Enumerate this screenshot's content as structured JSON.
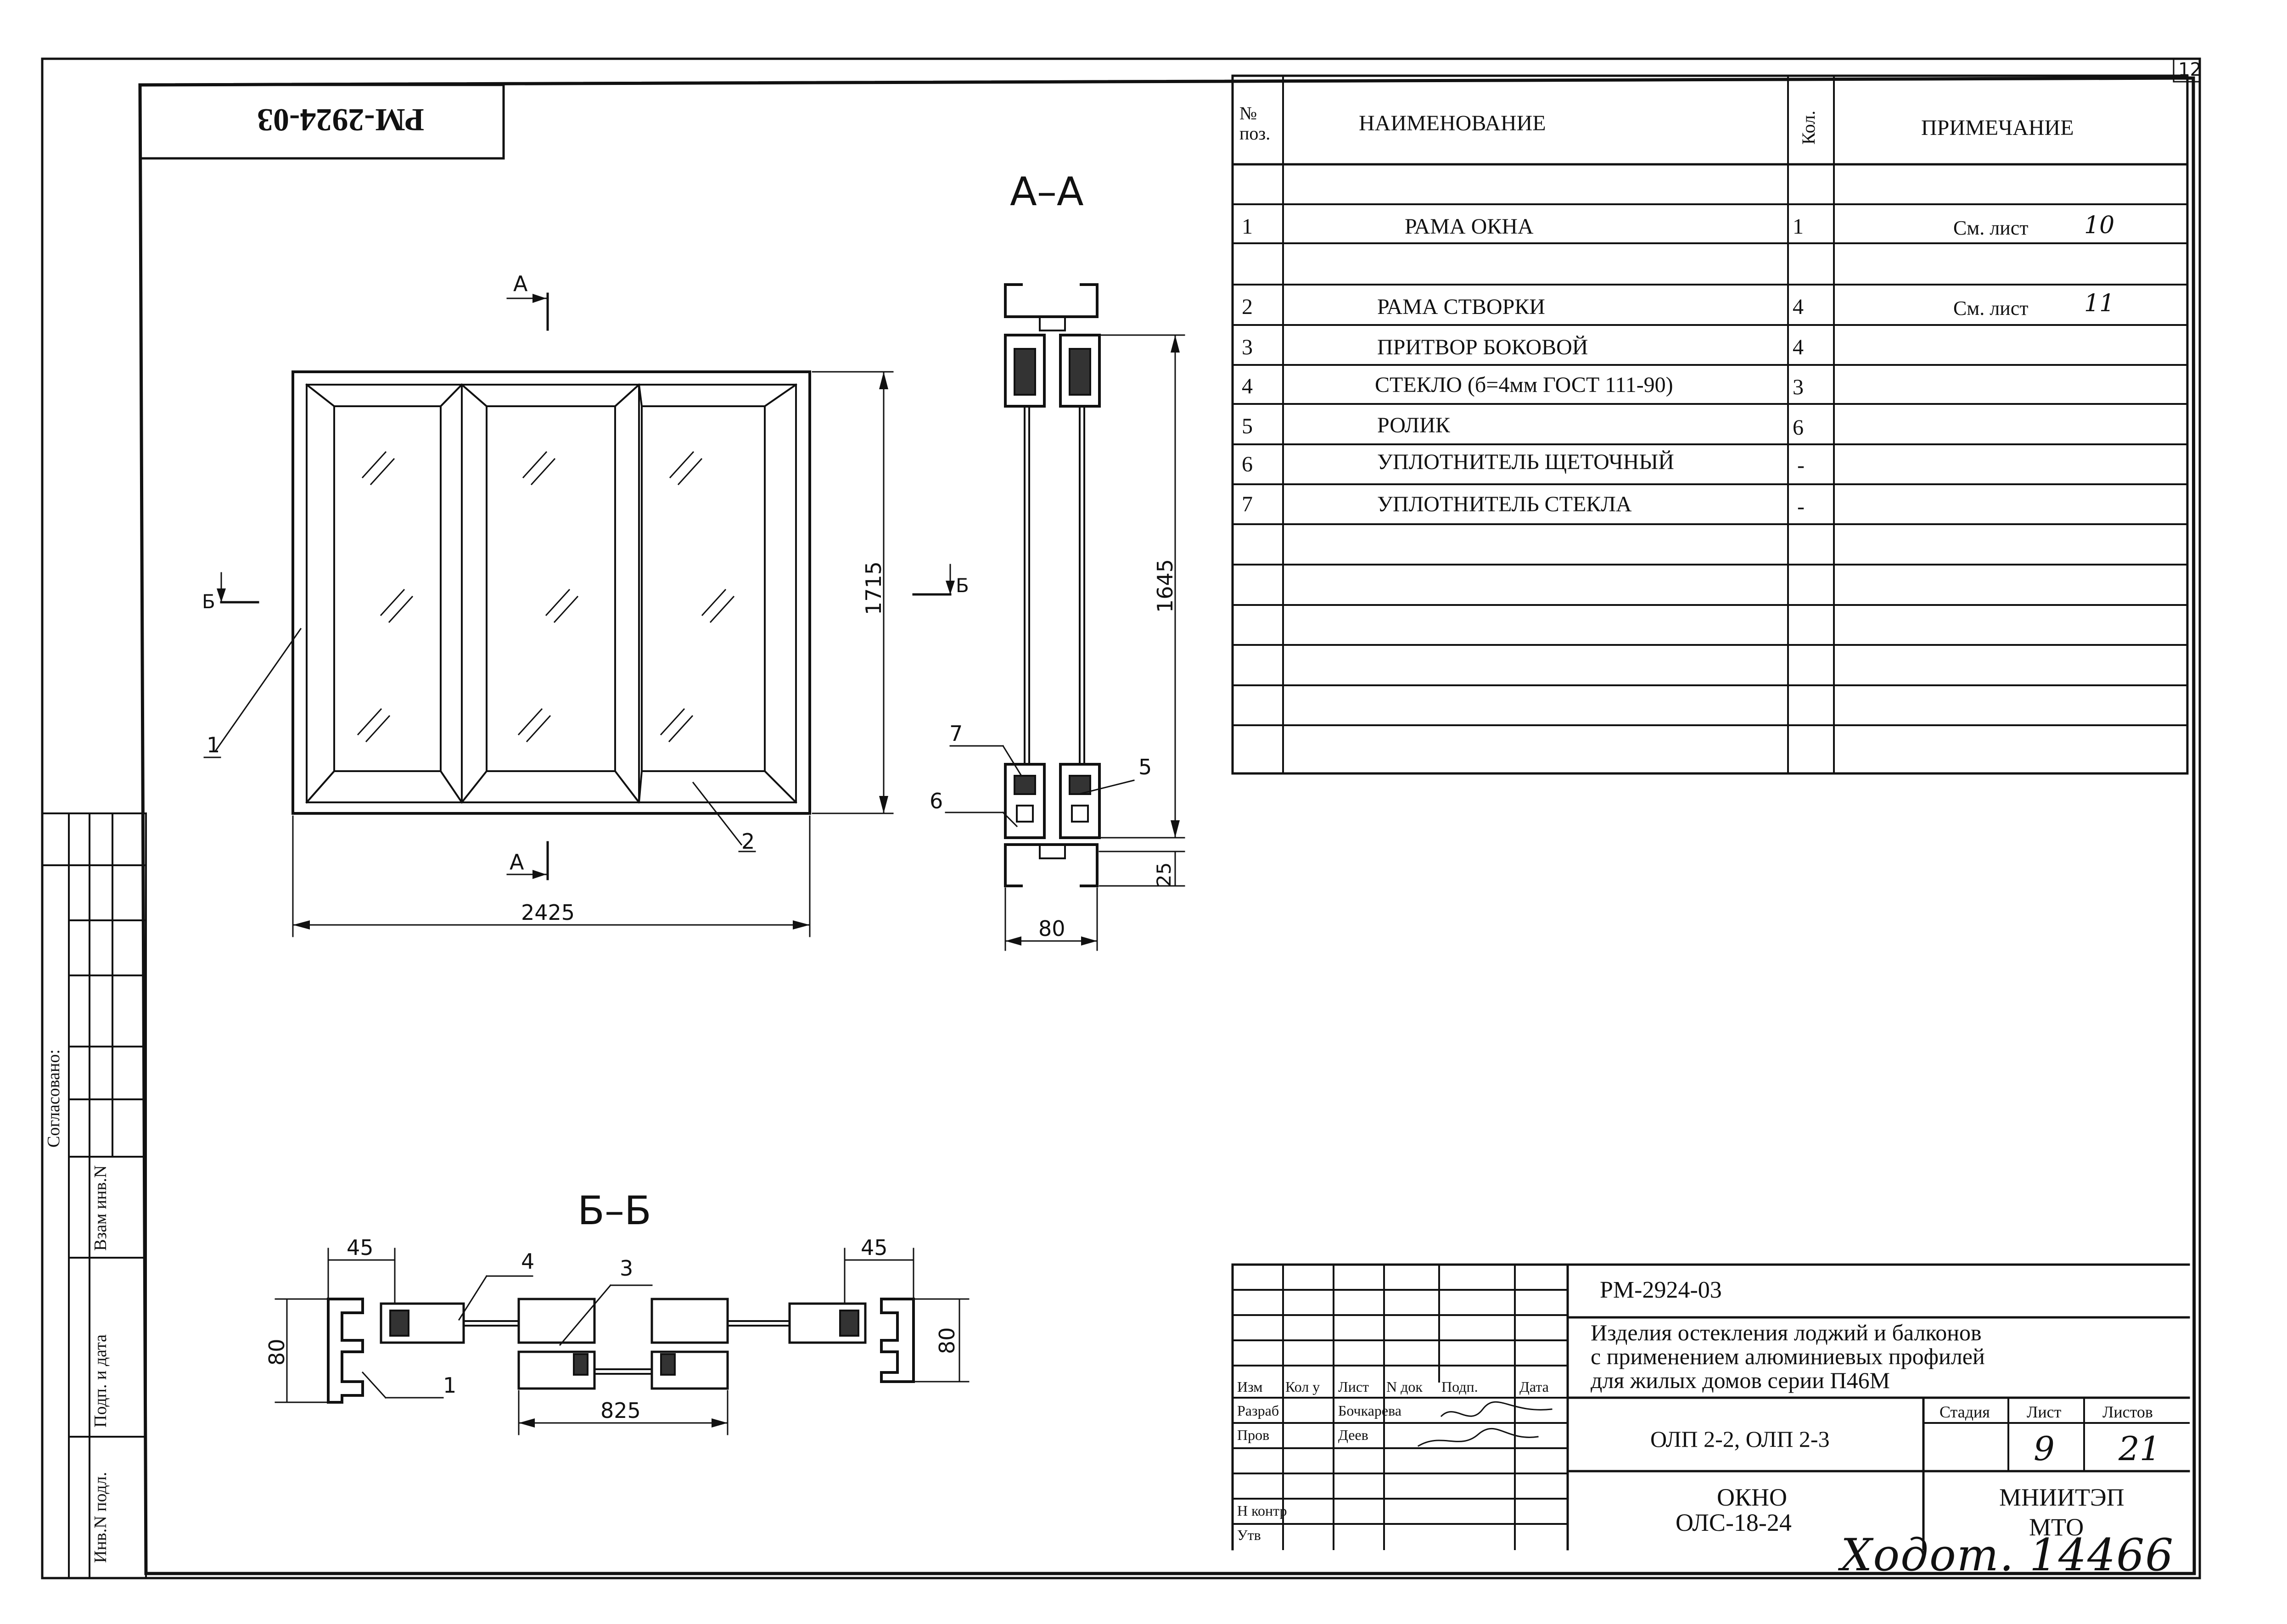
{
  "sheet_number": "12",
  "doc_code": "РМ-2924-03",
  "views": {
    "section_aa": "А–А",
    "section_bb": "Б–Б",
    "cut_a_upper": "А",
    "cut_a_lower": "А",
    "cut_b_left": "Б",
    "cut_b_right": "Б"
  },
  "dimensions": {
    "width": "2425",
    "height": "1715",
    "inner_height": "1645",
    "depth": "80",
    "bottom": "25",
    "bb_left": "45",
    "bb_right": "45",
    "bb_width": "825",
    "bb_height_left": "80",
    "bb_height_right": "80"
  },
  "leaders": {
    "front_1": "1",
    "front_2": "2",
    "aa_7": "7",
    "aa_6": "6",
    "aa_5": "5",
    "bb_4": "4",
    "bb_3": "3",
    "bb_1": "1"
  },
  "spec_table": {
    "headers": {
      "pos": "№ поз.",
      "name": "НАИМЕНОВАНИЕ",
      "qty": "Кол.",
      "note": "ПРИМЕЧАНИЕ"
    },
    "rows": [
      {
        "pos": "1",
        "name": "РАМА ОКНА",
        "qty": "1",
        "note": "См. лист",
        "note_hand": "10"
      },
      {
        "pos": "2",
        "name": "РАМА СТВОРКИ",
        "qty": "4",
        "note": "См. лист",
        "note_hand": "11"
      },
      {
        "pos": "3",
        "name": "ПРИТВОР БОКОВОЙ",
        "qty": "4",
        "note": "",
        "note_hand": ""
      },
      {
        "pos": "4",
        "name": "СТЕКЛО (б=4мм ГОСТ 111-90)",
        "qty": "3",
        "note": "",
        "note_hand": ""
      },
      {
        "pos": "5",
        "name": "РОЛИК",
        "qty": "6",
        "note": "",
        "note_hand": ""
      },
      {
        "pos": "6",
        "name": "УПЛОТНИТЕЛЬ ЩЕТОЧНЫЙ",
        "qty": "-",
        "note": "",
        "note_hand": ""
      },
      {
        "pos": "7",
        "name": "УПЛОТНИТЕЛЬ СТЕКЛА",
        "qty": "-",
        "note": "",
        "note_hand": ""
      }
    ]
  },
  "left_strip": {
    "agreed": "Согласовано:",
    "vzam": "Взам инв.N",
    "podp_data": "Подп. и дата",
    "inv_podl": "Инв.N подл."
  },
  "title_block": {
    "doc_code": "РМ-2924-03",
    "project_line1": "Изделия остекления лоджий и балконов",
    "project_line2": "с применением алюминиевых профилей",
    "project_line3": "для жилых домов серии П46М",
    "col_izm": "Изм",
    "col_kol": "Кол у",
    "col_list": "Лист",
    "col_ndok": "N док",
    "col_podp": "Подп.",
    "col_data": "Дата",
    "role_razrab": "Разраб",
    "name_razrab": "Бочкарева",
    "role_prov": "Пров",
    "name_prov": "Деев",
    "role_nkontr": "Н контр",
    "role_utv": "Утв",
    "subtitle": "ОЛП 2-2, ОЛП 2-3",
    "title_line1": "ОКНО",
    "title_line2": "ОЛС-18-24",
    "stage_label": "Стадия",
    "sheet_label": "Лист",
    "sheets_label": "Листов",
    "sheet_value": "9",
    "sheets_value": "21",
    "org_line1": "МНИИТЭП",
    "org_line2": "МТО",
    "handwritten_note": "Ходот. 14466"
  }
}
